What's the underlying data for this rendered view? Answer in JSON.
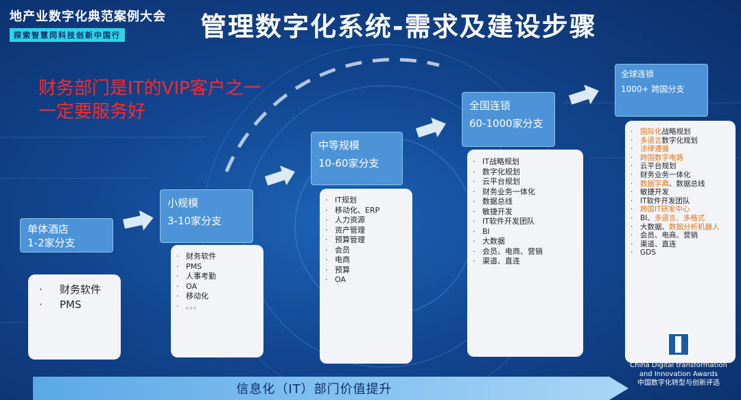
{
  "header": {
    "brand_title": "地产业数字化典范案例大会",
    "brand_tagline": "探索智慧同科技创新中国行",
    "page_title": "管理数字化系统-需求及建设步骤"
  },
  "note": {
    "line1": "财务部门是IT的VIP客户之一",
    "line2": "一定要服务好",
    "color": "#ff2a2a"
  },
  "stages": [
    {
      "name": "单体酒店",
      "range": "1-2家分支",
      "items": [
        "财务软件",
        "PMS"
      ]
    },
    {
      "name": "小规模",
      "range": "3-10家分支",
      "items": [
        "财务软件",
        "PMS",
        "人事考勤",
        "OA",
        "移动化",
        "。。。"
      ]
    },
    {
      "name": "中等规模",
      "range": "10-60家分支",
      "items": [
        "IT规划",
        "移动化、ERP",
        "人力资源",
        "资产管理",
        "预算管理",
        "会员",
        "电商",
        "预算",
        "OA"
      ]
    },
    {
      "name": "全国连锁",
      "range": "60-1000家分支",
      "items": [
        "IT战略规划",
        "数字化规划",
        "云平台规划",
        "财务业务一体化",
        "数据总线",
        "敏捷开发",
        "IT软件开发团队",
        "BI",
        "大数据",
        "会员、电商、营销",
        "渠道、直连"
      ]
    },
    {
      "name": "全球连锁",
      "range": "1000+ 跨国分支"
    }
  ],
  "global_items": [
    {
      "hl": "国际化",
      "text": "战略规划"
    },
    {
      "hl": "多语言",
      "text": "数字化规划"
    },
    {
      "hl": "法律遵循",
      "text": ""
    },
    {
      "hl": "跨国数字电路",
      "text": ""
    },
    {
      "hl": "",
      "text": "云平台规划"
    },
    {
      "hl": "",
      "text": "财务业务一体化"
    },
    {
      "hl": "数据字典",
      "text": "、数据总线"
    },
    {
      "hl": "",
      "text": "敏捷开发"
    },
    {
      "hl": "",
      "text": "IT软件开发团队"
    },
    {
      "hl": "跨国IT研发中心",
      "text": ""
    },
    {
      "pre": "BI、",
      "hl": "多语言、多格式",
      "text": ""
    },
    {
      "pre": "大数据、",
      "hl": "数据分析机器人",
      "text": ""
    },
    {
      "hl": "",
      "text": "会员、电商、营销"
    },
    {
      "hl": "",
      "text": "渠道、直连"
    },
    {
      "hl": "",
      "text": "GDS"
    }
  ],
  "bottom": {
    "label": "信息化（IT）部门价值提升"
  },
  "award": {
    "line1": "China Digital transformation",
    "line2": "and Innovation Awards",
    "line3": "中国数字化转型与创新评选"
  },
  "colors": {
    "background": "#12458f",
    "stage_box": "#4d93d8",
    "highlight": "#e0761a",
    "accent": "#2ed3e6"
  },
  "icons": [
    "right-arrow-icon",
    "award-logo-icon"
  ]
}
